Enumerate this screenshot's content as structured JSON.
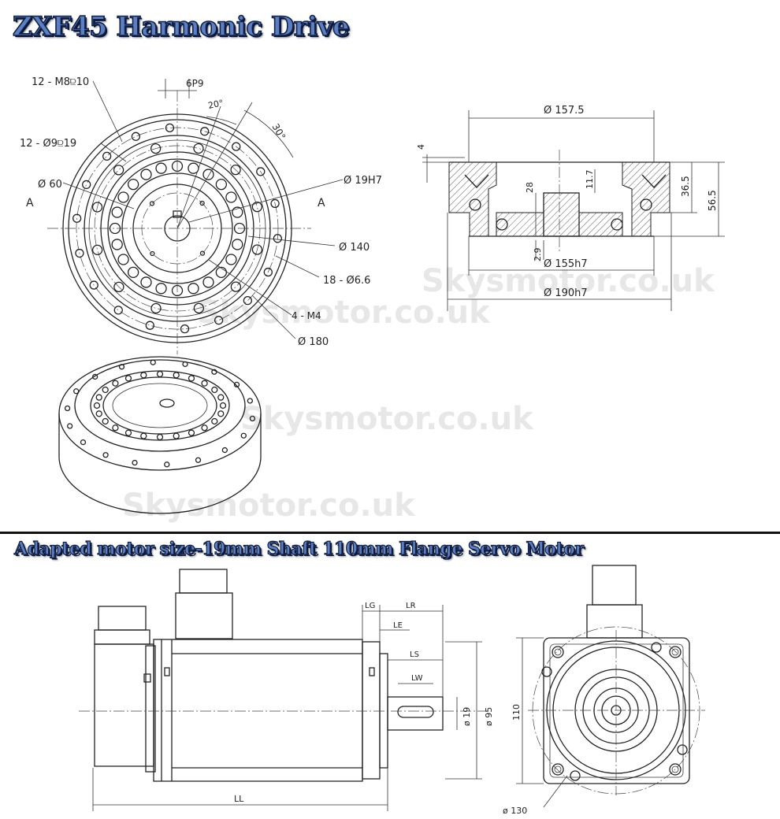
{
  "headings": {
    "title1": "ZXF45 Harmonic Drive",
    "title2": "Adapted motor size-19mm Shaft  110mm Flange Servo Motor"
  },
  "watermark": "Skysmotor.co.uk",
  "front_view_labels": {
    "m8": "12 - M8⫒10",
    "keyway": "6P9",
    "angle20": "20°",
    "angle30": "30°",
    "holes9": "12 - Ø9⫒19",
    "d60": "Ø 60",
    "sectionA_left": "A",
    "sectionA_right": "A",
    "d19h7": "Ø 19H7",
    "d140": "Ø 140",
    "holes66": "18 - Ø6.6",
    "m4": "4 - M4",
    "d180": "Ø 180"
  },
  "section_view_labels": {
    "d1575": "Ø 157.5",
    "t4": "4",
    "d117": "11.7",
    "d28": "28",
    "d365": "36.5",
    "d565": "56.5",
    "d29": "2.9",
    "d155": "Ø 155h7",
    "d190": "Ø 190h7"
  },
  "motor_labels": {
    "lg": "LG",
    "lr": "LR",
    "le": "LE",
    "ls": "LS",
    "lw": "LW",
    "d19": "ø 19",
    "d95": "ø 95",
    "ll": "LL",
    "d110": "110",
    "d130": "ø 130"
  },
  "colors": {
    "title_fill": "#5b7fc0",
    "title_outline": "#10204a",
    "line": "#222222"
  }
}
